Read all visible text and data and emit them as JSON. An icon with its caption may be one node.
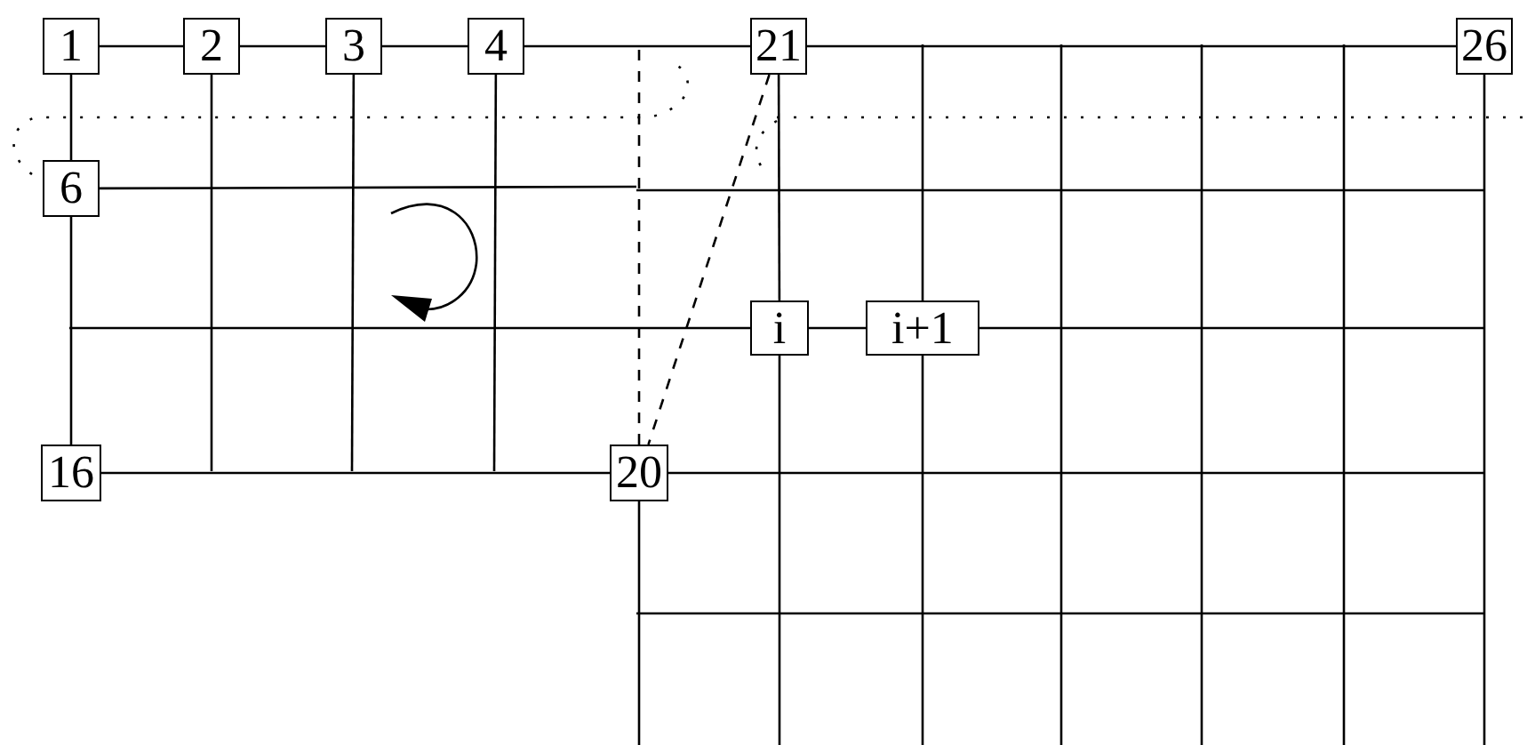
{
  "diagram": {
    "nodes": [
      {
        "text": [
          "1"
        ]
      },
      {
        "text": [
          "2"
        ]
      },
      {
        "text": [
          "3"
        ]
      },
      {
        "text": [
          "4"
        ]
      },
      {
        "text": [
          "21"
        ]
      },
      {
        "text": [
          "26"
        ]
      },
      {
        "text": [
          "6"
        ]
      },
      {
        "text": [
          "16"
        ]
      },
      {
        "text": [
          "20"
        ]
      },
      {
        "text": [
          "i"
        ]
      },
      {
        "text": [
          "i+1"
        ]
      }
    ],
    "edges": [
      {
        "from": 0,
        "to": 1,
        "arrow": "none"
      },
      {
        "from": 1,
        "to": 2,
        "arrow": "none"
      },
      {
        "from": 2,
        "to": 3,
        "arrow": "none"
      },
      {
        "from": 3,
        "to": 4,
        "arrow": "none"
      },
      {
        "from": 4,
        "to": 5,
        "arrow": "none"
      },
      {
        "from": 0,
        "to": 6,
        "arrow": "none"
      },
      {
        "from": 6,
        "to": 7,
        "arrow": "none"
      },
      {
        "from": 7,
        "to": 8,
        "arrow": "none"
      },
      {
        "from": 4,
        "to": 9,
        "arrow": "none"
      },
      {
        "from": 9,
        "to": 10,
        "arrow": "none"
      },
      {
        "from": 4,
        "to": 8,
        "arrow": "none",
        "style": "dashed"
      },
      {
        "from": 1,
        "to": null,
        "arrow": "none"
      },
      {
        "from": 2,
        "to": null,
        "arrow": "none"
      },
      {
        "from": 3,
        "to": null,
        "arrow": "none"
      },
      {
        "from": 6,
        "to": null,
        "arrow": "none"
      },
      {
        "from": null,
        "to": 9,
        "arrow": "none"
      },
      {
        "from": 10,
        "to": null,
        "arrow": "none"
      },
      {
        "from": null,
        "to": 10,
        "arrow": "none"
      },
      {
        "from": 10,
        "to": null,
        "arrow": "none"
      },
      {
        "from": 9,
        "to": null,
        "arrow": "none"
      },
      {
        "from": 5,
        "to": null,
        "arrow": "none"
      },
      {
        "from": 8,
        "to": null,
        "arrow": "none"
      },
      {
        "from": 8,
        "to": null,
        "arrow": "none"
      },
      {
        "from": 8,
        "to": null,
        "arrow": "none",
        "style": "dashed"
      }
    ]
  }
}
